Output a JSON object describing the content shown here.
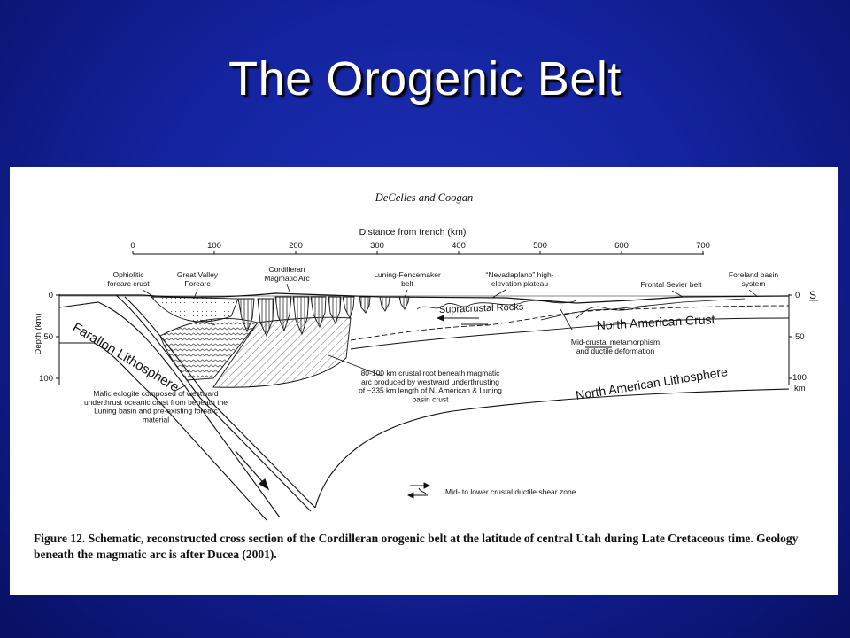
{
  "slide": {
    "title": "The Orogenic Belt",
    "background_color": "#1424a0",
    "title_color": "#ffffff"
  },
  "figure": {
    "running_head": "DeCelles and Coogan",
    "distance_axis": {
      "label": "Distance from trench (km)",
      "ticks": [
        "0",
        "100",
        "200",
        "300",
        "400",
        "500",
        "600",
        "700"
      ]
    },
    "depth_axis": {
      "label": "Depth (km)",
      "left_ticks": [
        "0",
        "50",
        "100"
      ],
      "right_ticks": [
        "0",
        "50",
        "100",
        "km"
      ],
      "sea_level_symbol": "S"
    },
    "top_labels": {
      "ophiolitic": "Ophiolitic\nforearc crust",
      "great_valley": "Great Valley\nForearc",
      "cordilleran_arc": "Cordilleran\nMagmatic Arc",
      "luning": "Luning-Fencemaker\nbelt",
      "nevadaplano": "“Nevadaplano” high-\nelevation plateau",
      "frontal_sevier": "Frontal Sevier belt",
      "foreland": "Foreland basin\nsystem"
    },
    "body_labels": {
      "farallon": "Farallon Lithosphere",
      "supracrustal": "Supracrustal Rocks",
      "na_crust": "North American Crust",
      "na_lithosphere": "North American Lithosphere",
      "mid_crustal": "Mid-crustal metamorphism\nand ductile deformation",
      "crustal_root": "80-100 km crustal root beneath magmatic\narc produced by westward underthrusting\nof ~335 km length of N. American & Luning\nbasin crust",
      "mafic_eclogite": "Mafic eclogite composed of westward\nunderthrust oceanic crust from beneath the\nLuning basin and pre-existing forearc\nmaterial",
      "shear_zone_legend": "Mid- to lower crustal ductile shear zone"
    },
    "caption": "Figure 12. Schematic, reconstructed cross section of the Cordilleran orogenic belt at the latitude of central Utah during Late Cretaceous time. Geology beneath the magmatic arc is after Ducea (2001)."
  }
}
